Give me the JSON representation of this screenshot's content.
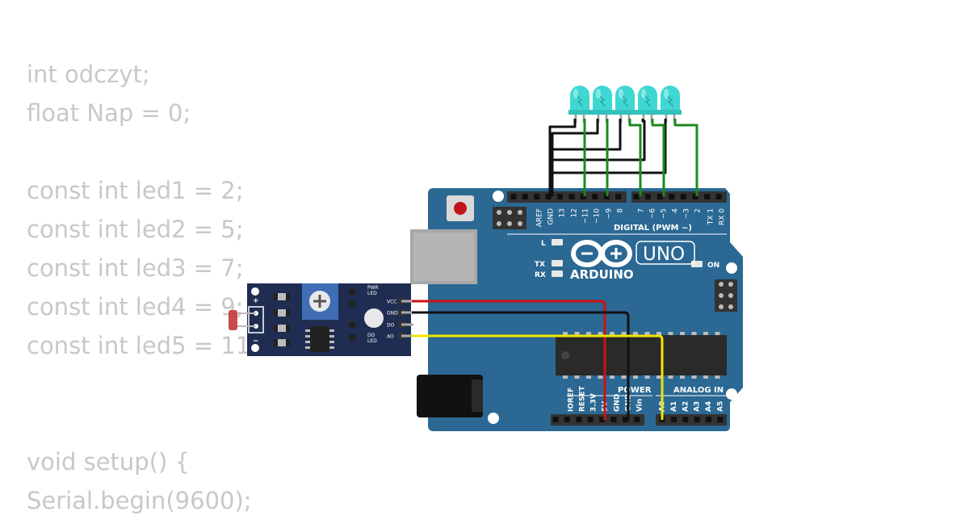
{
  "code": {
    "lines": [
      "int odczyt;",
      "float Nap = 0;",
      "",
      "const int led1 = 2;",
      "const int led2 = 5;",
      "const int led3 = 7;",
      "const int led4 = 9;",
      "const int led5 = 11",
      "",
      "",
      "void setup() {",
      "Serial.begin(9600);"
    ]
  },
  "board": {
    "brand": "ARDUINO",
    "model": "UNO",
    "digital_header_label": "DIGITAL (PWM ~)",
    "digital_pins": [
      "AREF",
      "GND",
      "13",
      "12",
      "~11",
      "~10",
      "~9",
      "8",
      "7",
      "~6",
      "~5",
      "4",
      "~3",
      "2",
      "TX 1",
      "RX 0"
    ],
    "led_l": "L",
    "led_tx": "TX",
    "led_rx": "RX",
    "led_on": "ON",
    "power_label": "POWER",
    "power_pins": [
      "IOREF",
      "RESET",
      "3.3V",
      "5V",
      "GND",
      "GND",
      "Vin"
    ],
    "analog_label": "ANALOG IN",
    "analog_pins": [
      "A0",
      "A1",
      "A2",
      "A3",
      "A4",
      "A5"
    ],
    "colors": {
      "board": "#2b6893",
      "pcb_edge": "#235a80"
    }
  },
  "sensor": {
    "pins": [
      "VCC",
      "GND",
      "DO",
      "AO"
    ],
    "pwr_led": "PWR\nLED",
    "do_led": "DO\nLED",
    "plus": "+",
    "minus": "−",
    "colors": {
      "pcb": "#1f2d52",
      "pot": "#3f6eb5"
    }
  },
  "leds": {
    "count": 5,
    "color": "#3fd7d2"
  },
  "wires": {
    "colors": {
      "vcc": "#cc1111",
      "gnd": "#111111",
      "signal": "#1c8a1c",
      "analog": "#f2e600"
    }
  }
}
